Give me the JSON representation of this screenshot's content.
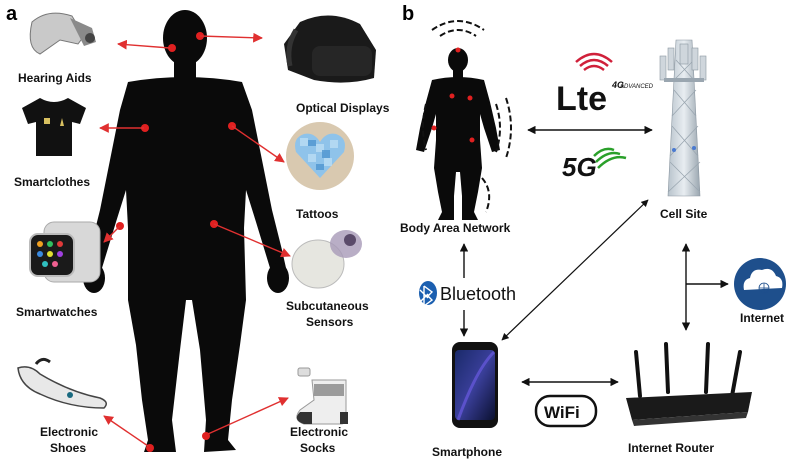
{
  "panel_a": {
    "letter": "a",
    "devices": {
      "hearing_aids": "Hearing Aids",
      "optical_displays": "Optical Displays",
      "smartclothes": "Smartclothes",
      "tattoos": "Tattoos",
      "smartwatches": "Smartwatches",
      "subcutaneous_sensors_line1": "Subcutaneous",
      "subcutaneous_sensors_line2": "Sensors",
      "electronic_shoes_line1": "Electronic",
      "electronic_shoes_line2": "Shoes",
      "electronic_socks_line1": "Electronic",
      "electronic_socks_line2": "Socks"
    }
  },
  "panel_b": {
    "letter": "b",
    "nodes": {
      "body_area_network": "Body Area Network",
      "cell_site": "Cell Site",
      "internet": "Internet",
      "smartphone": "Smartphone",
      "internet_router": "Internet Router"
    },
    "logos": {
      "lte": "Lte",
      "lte_super": "4G",
      "lte_sub": "ADVANCED",
      "fiveg": "5G",
      "bluetooth": "Bluetooth",
      "wifi": "WiFi"
    }
  },
  "colors": {
    "arrow_red": "#e03030",
    "body_black": "#0a0a0a",
    "node_dot": "#e02020",
    "internet_blue": "#1e4f8c",
    "bluetooth_blue": "#1b5fb0",
    "fiveg_green": "#2aa02a",
    "lte_red": "#d0203a"
  }
}
